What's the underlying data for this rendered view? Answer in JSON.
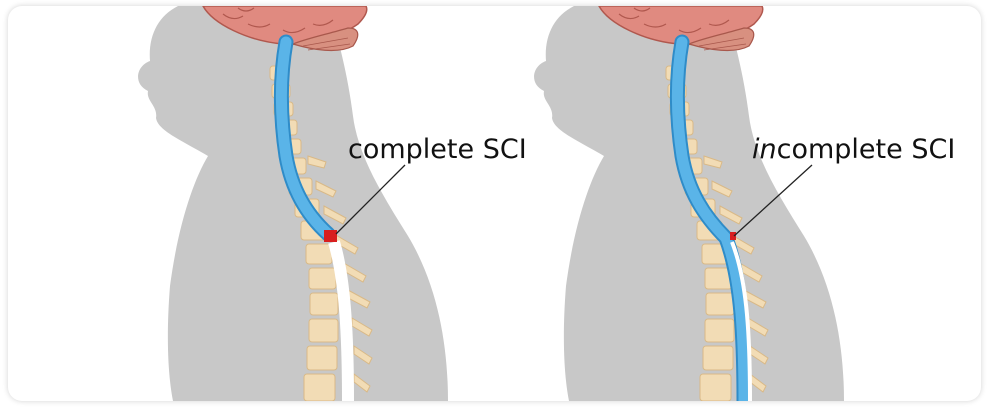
{
  "colors": {
    "silhouette": "#c8c8c8",
    "brain": "#e08a80",
    "brain_dark": "#b0584e",
    "cerebellum": "#d89080",
    "spinal_cord": "#5ab4e8",
    "spinal_cord_edge": "#2f8cc8",
    "vertebra": "#f2dcb5",
    "vertebra_edge": "#d9b987",
    "injury": "#d81f1f",
    "leader_line": "#222222"
  },
  "panels": [
    {
      "id": "complete",
      "label_text": "complete SCI",
      "label_italic_prefix": ""
    },
    {
      "id": "incomplete",
      "label_italic_prefix": "in",
      "label_rest": "complete SCI"
    }
  ]
}
